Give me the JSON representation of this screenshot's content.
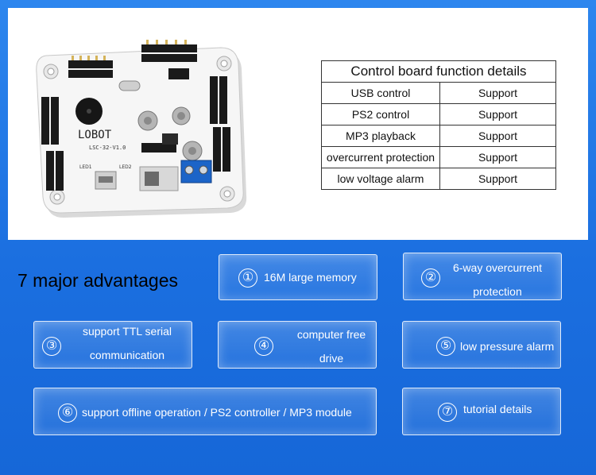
{
  "product": {
    "board_brand_text": "LOBOT",
    "board_model_text": "LSC-32-V1.0",
    "board_led_labels": [
      "LED1",
      "LED2"
    ]
  },
  "spec_table": {
    "title": "Control board function details",
    "rows": [
      {
        "feature": "USB control",
        "value": "Support"
      },
      {
        "feature": "PS2 control",
        "value": "Support"
      },
      {
        "feature": "MP3 playback",
        "value": "Support"
      },
      {
        "feature": "overcurrent protection",
        "value": "Support"
      },
      {
        "feature": "low voltage alarm",
        "value": "Support"
      }
    ]
  },
  "advantages": {
    "title": "7 major advantages",
    "items": [
      {
        "number": "①",
        "line1": "16M large memory",
        "line2": ""
      },
      {
        "number": "②",
        "line1": "6-way overcurrent",
        "line2": "protection"
      },
      {
        "number": "③",
        "line1": "support TTL serial",
        "line2": "communication"
      },
      {
        "number": "④",
        "line1": "computer free",
        "line2": "drive"
      },
      {
        "number": "⑤",
        "line1": "low pressure alarm",
        "line2": ""
      },
      {
        "number": "⑥",
        "line1": "support offline operation / PS2 controller / MP3 module",
        "line2": ""
      },
      {
        "number": "⑦",
        "line1": "tutorial details",
        "line2": ""
      }
    ]
  },
  "colors": {
    "background": "#1b6fe0",
    "panel": "#ffffff",
    "board": "#f4f4f4",
    "header_pin": "#111111",
    "terminal": "#1c64c8"
  }
}
